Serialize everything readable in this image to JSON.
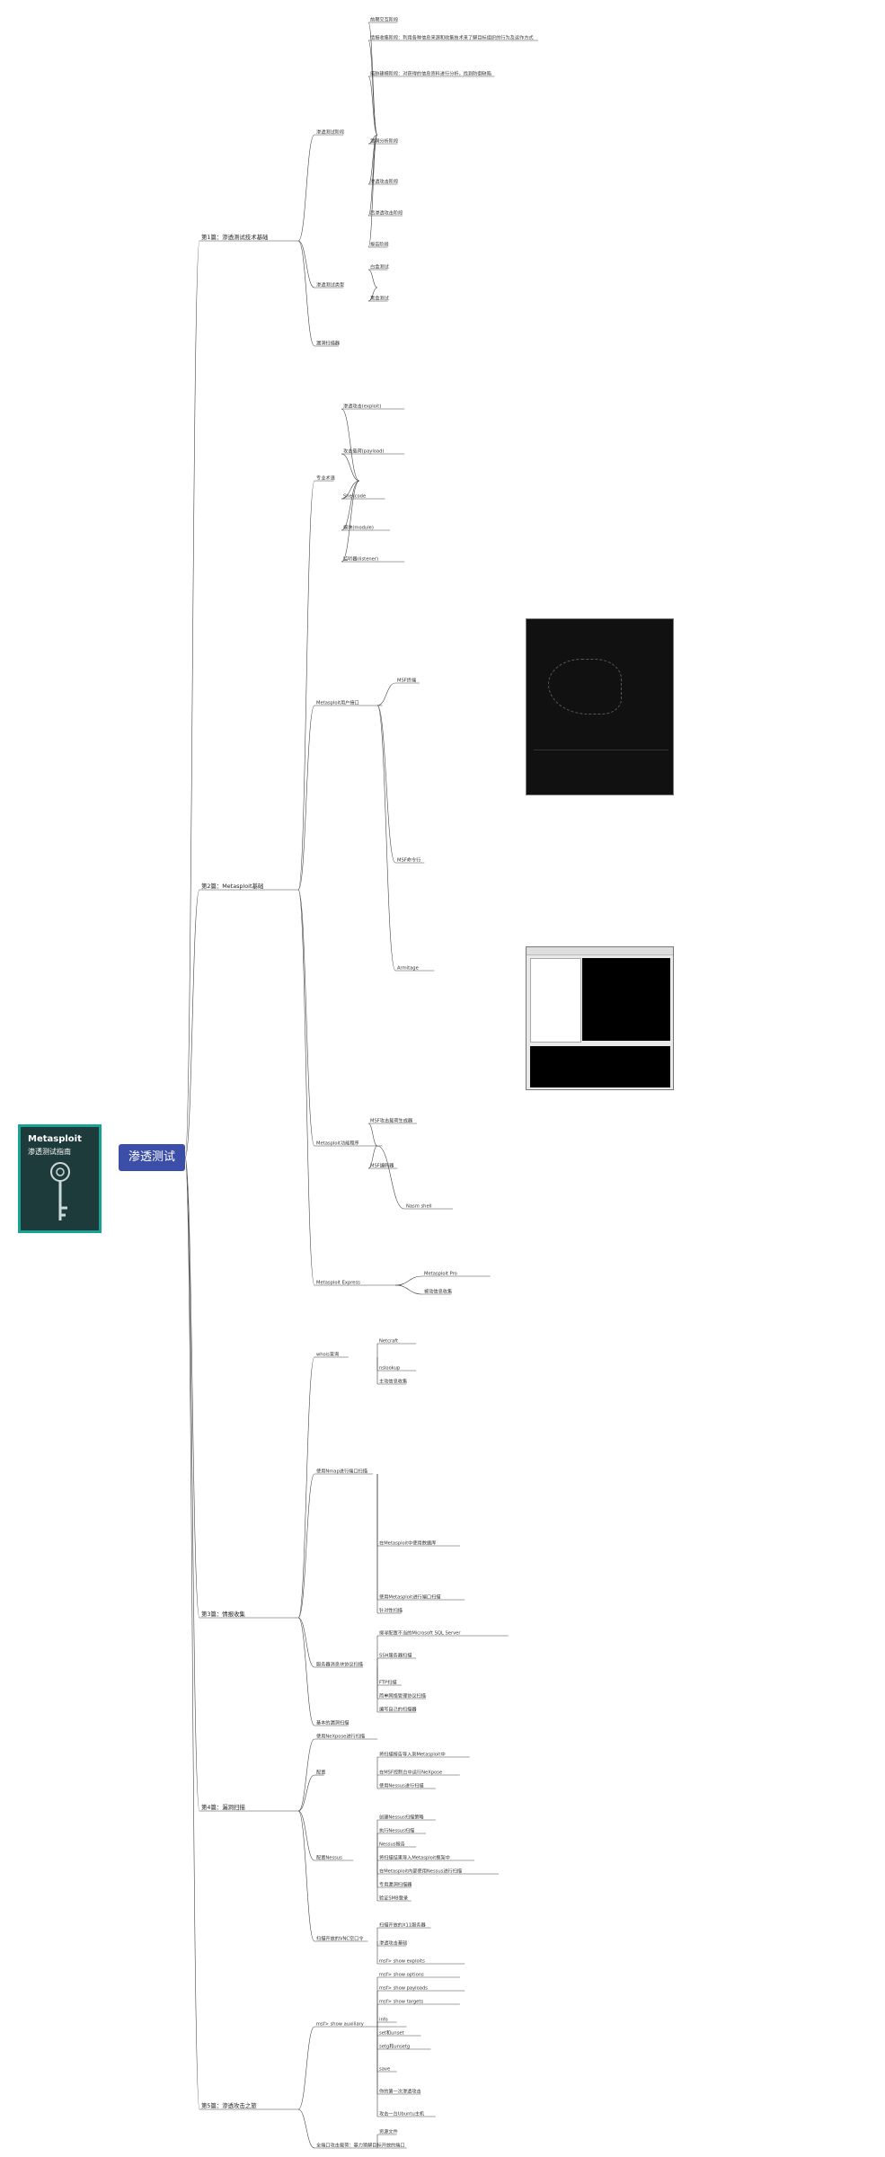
{
  "root": "渗透测试",
  "cover": {
    "title": "Metasploit",
    "subtitle": "渗透测试指南"
  },
  "chapters": [
    {
      "label": "第1篇：渗透测试技术基础"
    },
    {
      "label": "第2篇：Metasploit基础"
    },
    {
      "label": "第3篇：情报收集"
    },
    {
      "label": "第4篇：漏洞扫描"
    },
    {
      "label": "第5篇：渗透攻击之旅"
    }
  ],
  "nodes": [
    "渗透测试阶段",
    "前期交互阶段",
    "情报收集阶段：利用各种信息来源和收集技术来了解目标组织的行为及运作方式",
    "威胁建模阶段：对获得的信息资料进行分析，找到防御缺陷",
    "漏洞分析阶段",
    "渗透攻击阶段",
    "后渗透攻击阶段",
    "报告阶段",
    "渗透测试类型",
    "白盒测试",
    "黑盒测试",
    "漏洞扫描器",
    "专业术语",
    "渗透攻击(exploit)",
    "攻击载荷(payload)",
    "Shellcode",
    "模块(module)",
    "监听器(listener)",
    "Metasploit用户接口",
    "MSF终端",
    "MSF命令行",
    "Armitage",
    "Metasploit功能程序",
    "MSF攻击载荷生成器",
    "MSF编码器",
    "Nasm shell",
    "Metasploit Express",
    "Metasploit Pro",
    "被动信息收集",
    "whois查询",
    "Netcraft",
    "nslookup",
    "主动信息收集",
    "使用Nmap进行端口扫描",
    "在Metasploit中使用数据库",
    "使用Metasploit进行端口扫描",
    "针对性扫描",
    "服务器消息块协议扫描",
    "搜寻配置不当的Microsoft SQL Server",
    "SSH服务器扫描",
    "FTP扫描",
    "简单网络管理协议扫描",
    "编写自己的扫描器",
    "基本的漏洞扫描",
    "使用NeXpose进行扫描",
    "配置",
    "将扫描报告导入到Metasploit中",
    "在MSF控制台中运行NeXpose",
    "使用Nessus进行扫描",
    "配置Nessus",
    "创建Nessus扫描策略",
    "执行Nessus扫描",
    "Nessus报告",
    "将扫描结果导入Metasploit框架中",
    "在Metasploit内部使用Nessus进行扫描",
    "专用漏洞扫描器",
    "验证SMB登录",
    "扫描开放的VNC空口令",
    "扫描开放的X11服务器",
    "渗透攻击基础",
    "msf> show exploits",
    "msf> show auxiliary",
    "msf> show options",
    "msf> show payloads",
    "msf> show targets",
    "info",
    "set和unset",
    "setg和unsetg",
    "save",
    "你的第一次渗透攻击",
    "攻击一台Ubuntu主机",
    "全端口攻击载荷：暴力猜解目标开放的端口",
    "资源文件"
  ]
}
